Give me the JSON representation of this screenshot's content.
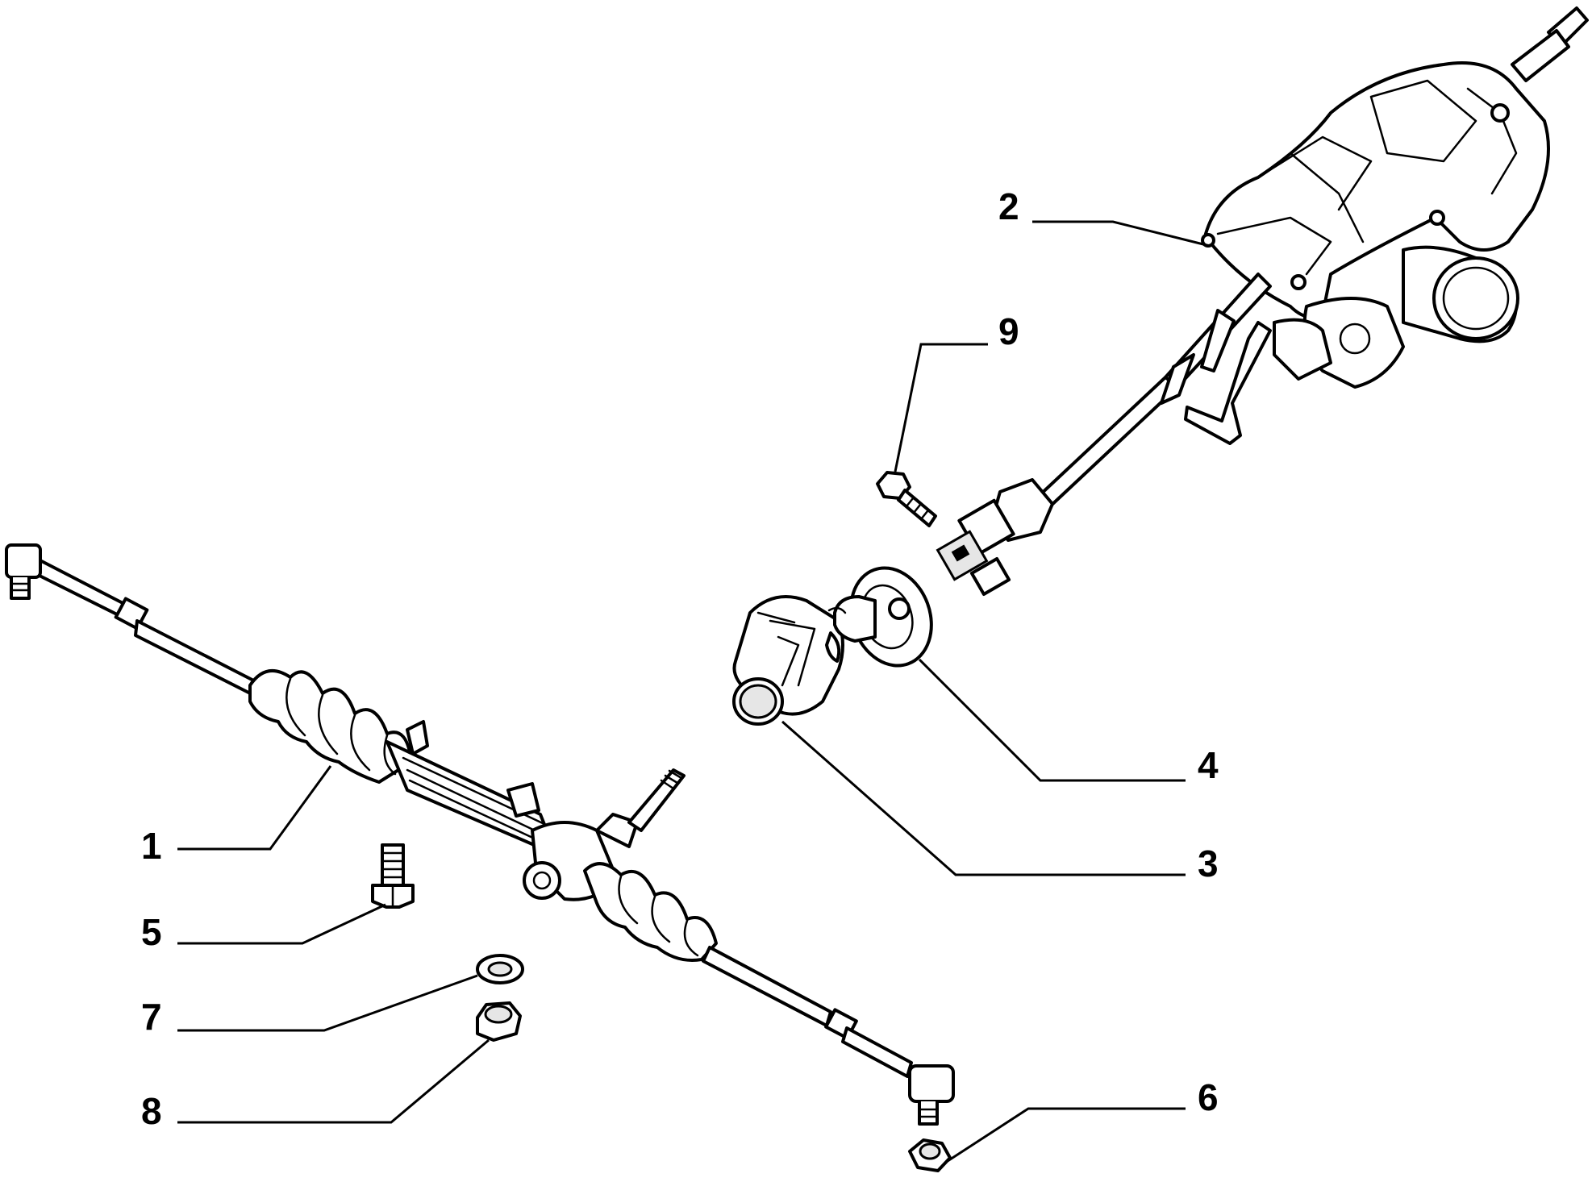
{
  "colors": {
    "ink": "#000000",
    "background": "#ffffff",
    "shade": "#e6e6e6"
  },
  "callouts": [
    {
      "id": "steering-rack",
      "label": "1"
    },
    {
      "id": "steering-column",
      "label": "2"
    },
    {
      "id": "dust-cover",
      "label": "3"
    },
    {
      "id": "seal-boot",
      "label": "4"
    },
    {
      "id": "mounting-bolt",
      "label": "5"
    },
    {
      "id": "tie-rod-nut",
      "label": "6"
    },
    {
      "id": "washer",
      "label": "7"
    },
    {
      "id": "flange-nut",
      "label": "8"
    },
    {
      "id": "joint-bolt",
      "label": "9"
    }
  ]
}
